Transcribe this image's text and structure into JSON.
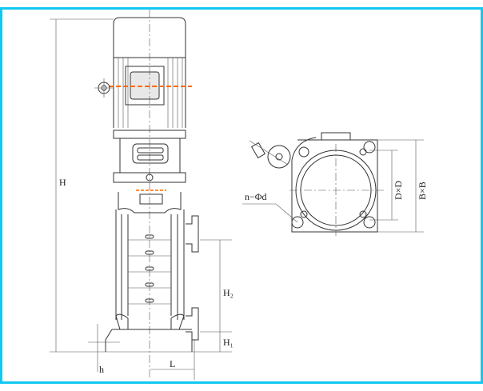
{
  "title": "Vertical multistage pump outline drawing",
  "labels": {
    "H": "H",
    "H2": "H₂",
    "H1": "H₁",
    "h": "h",
    "L": "L",
    "n_phi_d": "n−Φd",
    "DxD": "D×D",
    "BxB": "B×B"
  },
  "colors": {
    "border": "#13c8f0",
    "highlight": "#ff6a00",
    "line": "#333333"
  }
}
